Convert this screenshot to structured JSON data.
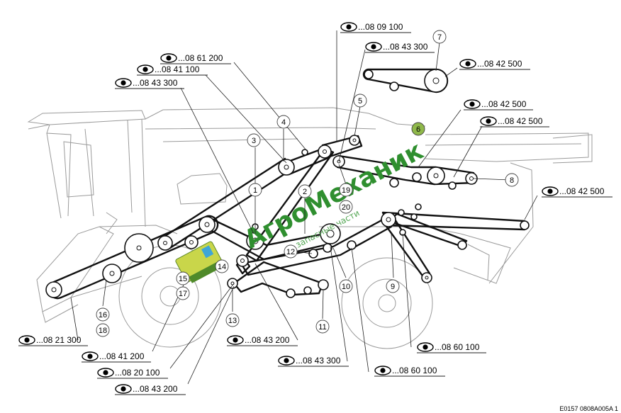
{
  "refs": [
    {
      "id": "ref-08-09-100",
      "text": "...08 09 100"
    },
    {
      "id": "ref-08-43-300-top",
      "text": "...08 43 300"
    },
    {
      "id": "ref-08-61-200",
      "text": "...08 61 200"
    },
    {
      "id": "ref-08-41-100",
      "text": "...08 41 100"
    },
    {
      "id": "ref-08-43-300-left",
      "text": "...08 43 300"
    },
    {
      "id": "ref-08-42-500-a",
      "text": "...08 42 500"
    },
    {
      "id": "ref-08-42-500-b",
      "text": "...08 42 500"
    },
    {
      "id": "ref-08-42-500-c",
      "text": "...08 42 500"
    },
    {
      "id": "ref-08-42-500-d",
      "text": "...08 42 500"
    },
    {
      "id": "ref-08-21-300",
      "text": "...08 21 300"
    },
    {
      "id": "ref-08-41-200",
      "text": "...08 41 200"
    },
    {
      "id": "ref-08-20-100",
      "text": "...08 20 100"
    },
    {
      "id": "ref-08-43-200-bottom",
      "text": "...08 43 200"
    },
    {
      "id": "ref-08-43-200-mid",
      "text": "...08 43 200"
    },
    {
      "id": "ref-08-43-300-bottom",
      "text": "...08 43 300"
    },
    {
      "id": "ref-08-60-100-a",
      "text": "...08 60 100"
    },
    {
      "id": "ref-08-60-100-b",
      "text": "...08 60 100"
    }
  ],
  "callouts": [
    "1",
    "2",
    "3",
    "4",
    "5",
    "6",
    "7",
    "8",
    "9",
    "10",
    "11",
    "12",
    "13",
    "14",
    "15",
    "16",
    "17",
    "18",
    "19",
    "20"
  ],
  "watermark": {
    "brand": "АгроМеханик",
    "subtitle": "запасные части"
  },
  "figure_code": "E0157 0808A005A 1",
  "colors": {
    "callout_highlight": "#8fb84a",
    "watermark": "#2f8f2f"
  },
  "icons": {
    "reference": "eye-icon"
  }
}
